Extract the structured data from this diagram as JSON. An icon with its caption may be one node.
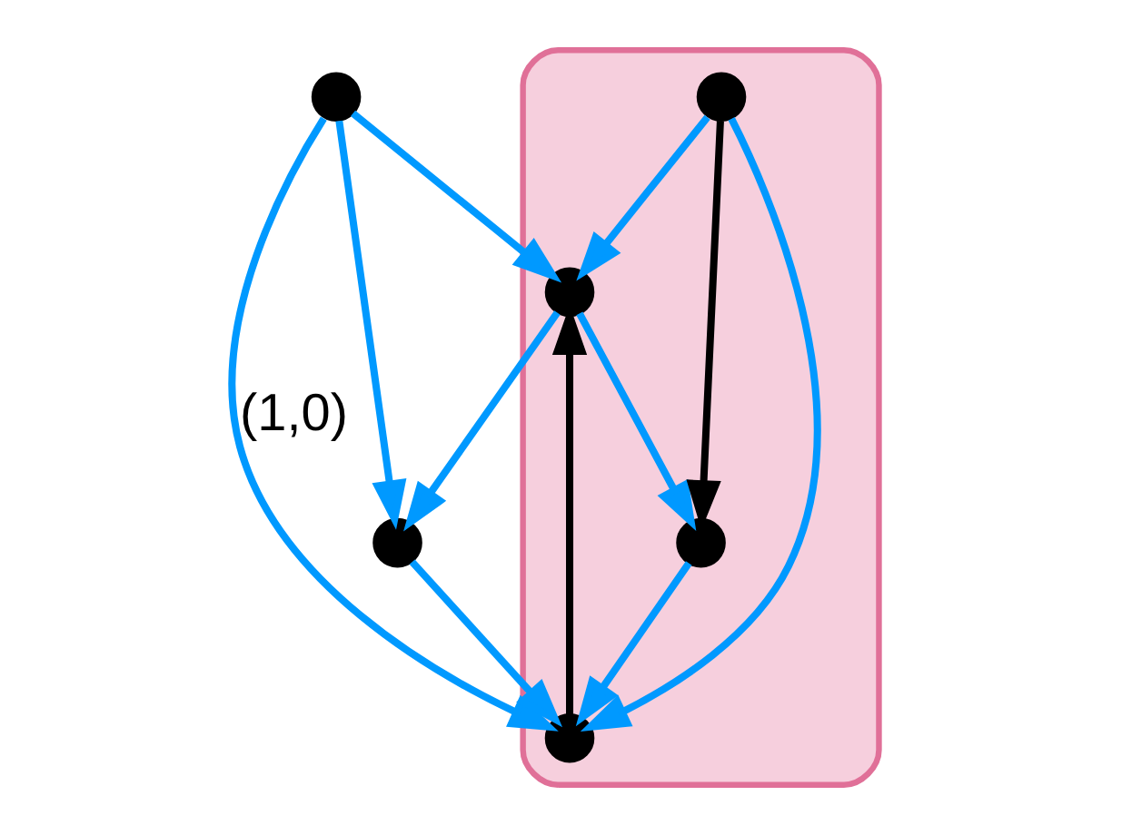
{
  "diagram": {
    "nodes": [
      {
        "text": [],
        "shape": "triangle"
      },
      {
        "text": [],
        "shape": "circle",
        "in": 0
      },
      {
        "text": [],
        "shape": "circle",
        "in": 0
      },
      {
        "text": [],
        "shape": "circle",
        "in": 0
      },
      {
        "text": [],
        "shape": "circle",
        "in": 0
      },
      {
        "text": [],
        "shape": "circle"
      },
      {
        "text": [],
        "shape": "circle"
      }
    ],
    "edges": [
      {
        "from": 1,
        "to": 3,
        "arrow": "to"
      },
      {
        "from": 2,
        "to": 1,
        "arrow": "to"
      },
      {
        "from": 2,
        "to": 3,
        "arrow": "to",
        "color": "#000000"
      },
      {
        "from": 2,
        "to": 4,
        "arrow": "to"
      },
      {
        "from": 3,
        "to": 4,
        "arrow": "to"
      },
      {
        "from": 4,
        "to": 1,
        "arrow": "to",
        "color": "#000000"
      },
      {
        "from": 5,
        "to": 1,
        "arrow": "to"
      },
      {
        "from": 1,
        "to": 6,
        "arrow": "to"
      },
      {
        "from": 5,
        "to": 6,
        "arrow": "to"
      },
      {
        "from": 5,
        "to": 4,
        "arrow": "to",
        "label": "(1,0)"
      },
      {
        "from": 6,
        "to": 4,
        "arrow": "to"
      }
    ]
  }
}
